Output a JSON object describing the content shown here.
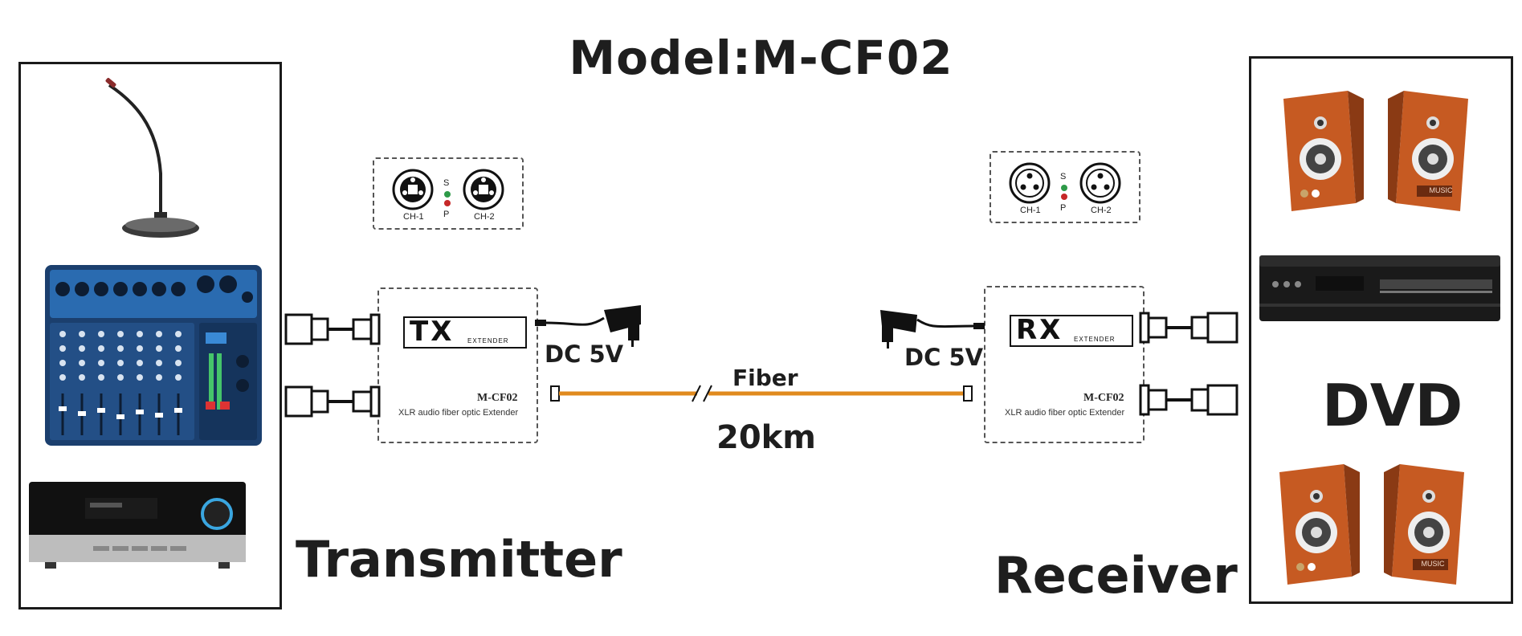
{
  "title": "Model:M-CF02",
  "left_label": "Transmitter",
  "right_label": "Receiver",
  "dvd_label": "DVD",
  "fiber_label": "Fiber",
  "distance_label": "20km",
  "tx": {
    "logo": "TX",
    "logo_sub": "EXTENDER",
    "model": "M-CF02",
    "description": "XLR audio fiber optic Extender",
    "power": "DC 5V",
    "front": {
      "ch1": "CH-1",
      "ch2": "CH-2",
      "led_s": "S",
      "led_p": "P"
    }
  },
  "rx": {
    "logo": "RX",
    "logo_sub": "EXTENDER",
    "model": "M-CF02",
    "description": "XLR audio fiber optic Extender",
    "power": "DC 5V",
    "front": {
      "ch1": "CH-1",
      "ch2": "CH-2",
      "led_s": "S",
      "led_p": "P"
    }
  },
  "speaker_badge": "MUSIC",
  "colors": {
    "fiber": "#e08a1e",
    "speaker": "#d9692a",
    "mixer": "#1f4f86",
    "led_green": "#2e9a48",
    "led_red": "#c62828"
  }
}
